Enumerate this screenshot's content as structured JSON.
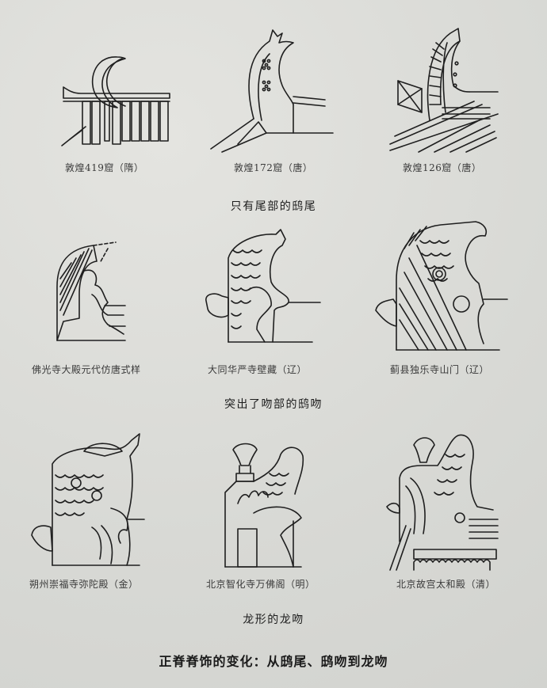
{
  "title": "正脊脊饰的变化：从鸱尾、鸱吻到龙吻",
  "sections": [
    {
      "heading": "只有尾部的鸱尾",
      "figures": [
        {
          "caption": "敦煌419窟（隋）",
          "icon": "chiwei-crescent-icon"
        },
        {
          "caption": "敦煌172窟（唐）",
          "icon": "chiwei-tail-dotted-icon"
        },
        {
          "caption": "敦煌126窟（唐）",
          "icon": "chiwei-tail-ribbed-icon"
        }
      ]
    },
    {
      "heading": "突出了吻部的鸱吻",
      "figures": [
        {
          "caption": "佛光寺大殿元代仿唐式样",
          "icon": "chiwen-foguang-icon"
        },
        {
          "caption": "大同华严寺壁藏（辽）",
          "icon": "chiwen-huayan-icon"
        },
        {
          "caption": "蓟县独乐寺山门（辽）",
          "icon": "chiwen-dule-icon"
        }
      ]
    },
    {
      "heading": "龙形的龙吻",
      "figures": [
        {
          "caption": "朔州崇福寺弥陀殿（金）",
          "icon": "longwen-chongfu-icon"
        },
        {
          "caption": "北京智化寺万佛阁（明）",
          "icon": "longwen-zhihua-icon"
        },
        {
          "caption": "北京故宫太和殿（清）",
          "icon": "longwen-taihe-icon"
        }
      ]
    }
  ]
}
